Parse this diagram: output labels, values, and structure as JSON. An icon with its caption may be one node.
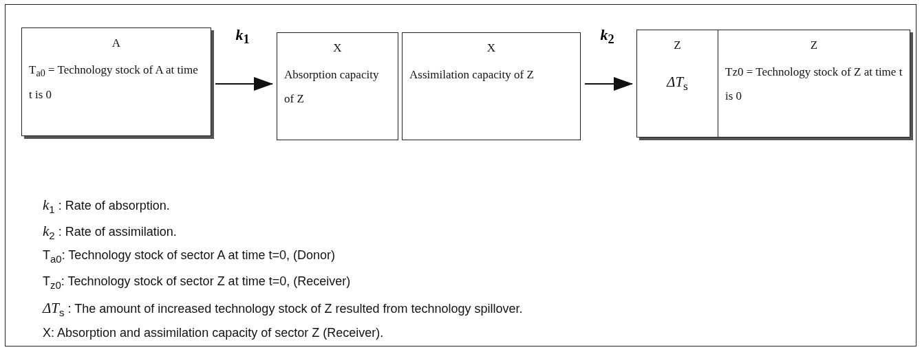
{
  "diagram": {
    "nodes": [
      {
        "text": [
          "A",
          "T$_{a0}$ = Technology stock of A at time t is 0"
        ]
      },
      {
        "text": [
          "X",
          "Absorption capacity of Z"
        ]
      },
      {
        "text": [
          "X",
          "Assimilation capacity of Z"
        ]
      },
      {
        "text": [
          "Z",
          "*ΔT*$_{s}$"
        ]
      },
      {
        "text": [
          "Z",
          "Tz0 = Technology stock of Z at time t is 0"
        ]
      }
    ],
    "edges": [
      {
        "from": 0,
        "to": 1,
        "arrow": "to",
        "label": "*k*$_{1}$"
      },
      {
        "from": 2,
        "to": 3,
        "arrow": "to",
        "label": "*k*$_{2}$"
      }
    ],
    "labels": [
      "*k*$_{1}$ : Rate of absorption.",
      "*k*$_{2}$ : Rate of assimilation.",
      "T$_{a0}$: Technology stock of sector A at time t=0, (Donor)",
      "T$_{z0}$: Technology stock of sector Z at time t=0, (Receiver)",
      "*ΔT*$_{s}$ : The amount of increased technology stock of Z resulted from technology spillover.",
      "X: Absorption and assimilation capacity of sector Z (Receiver)."
    ]
  }
}
